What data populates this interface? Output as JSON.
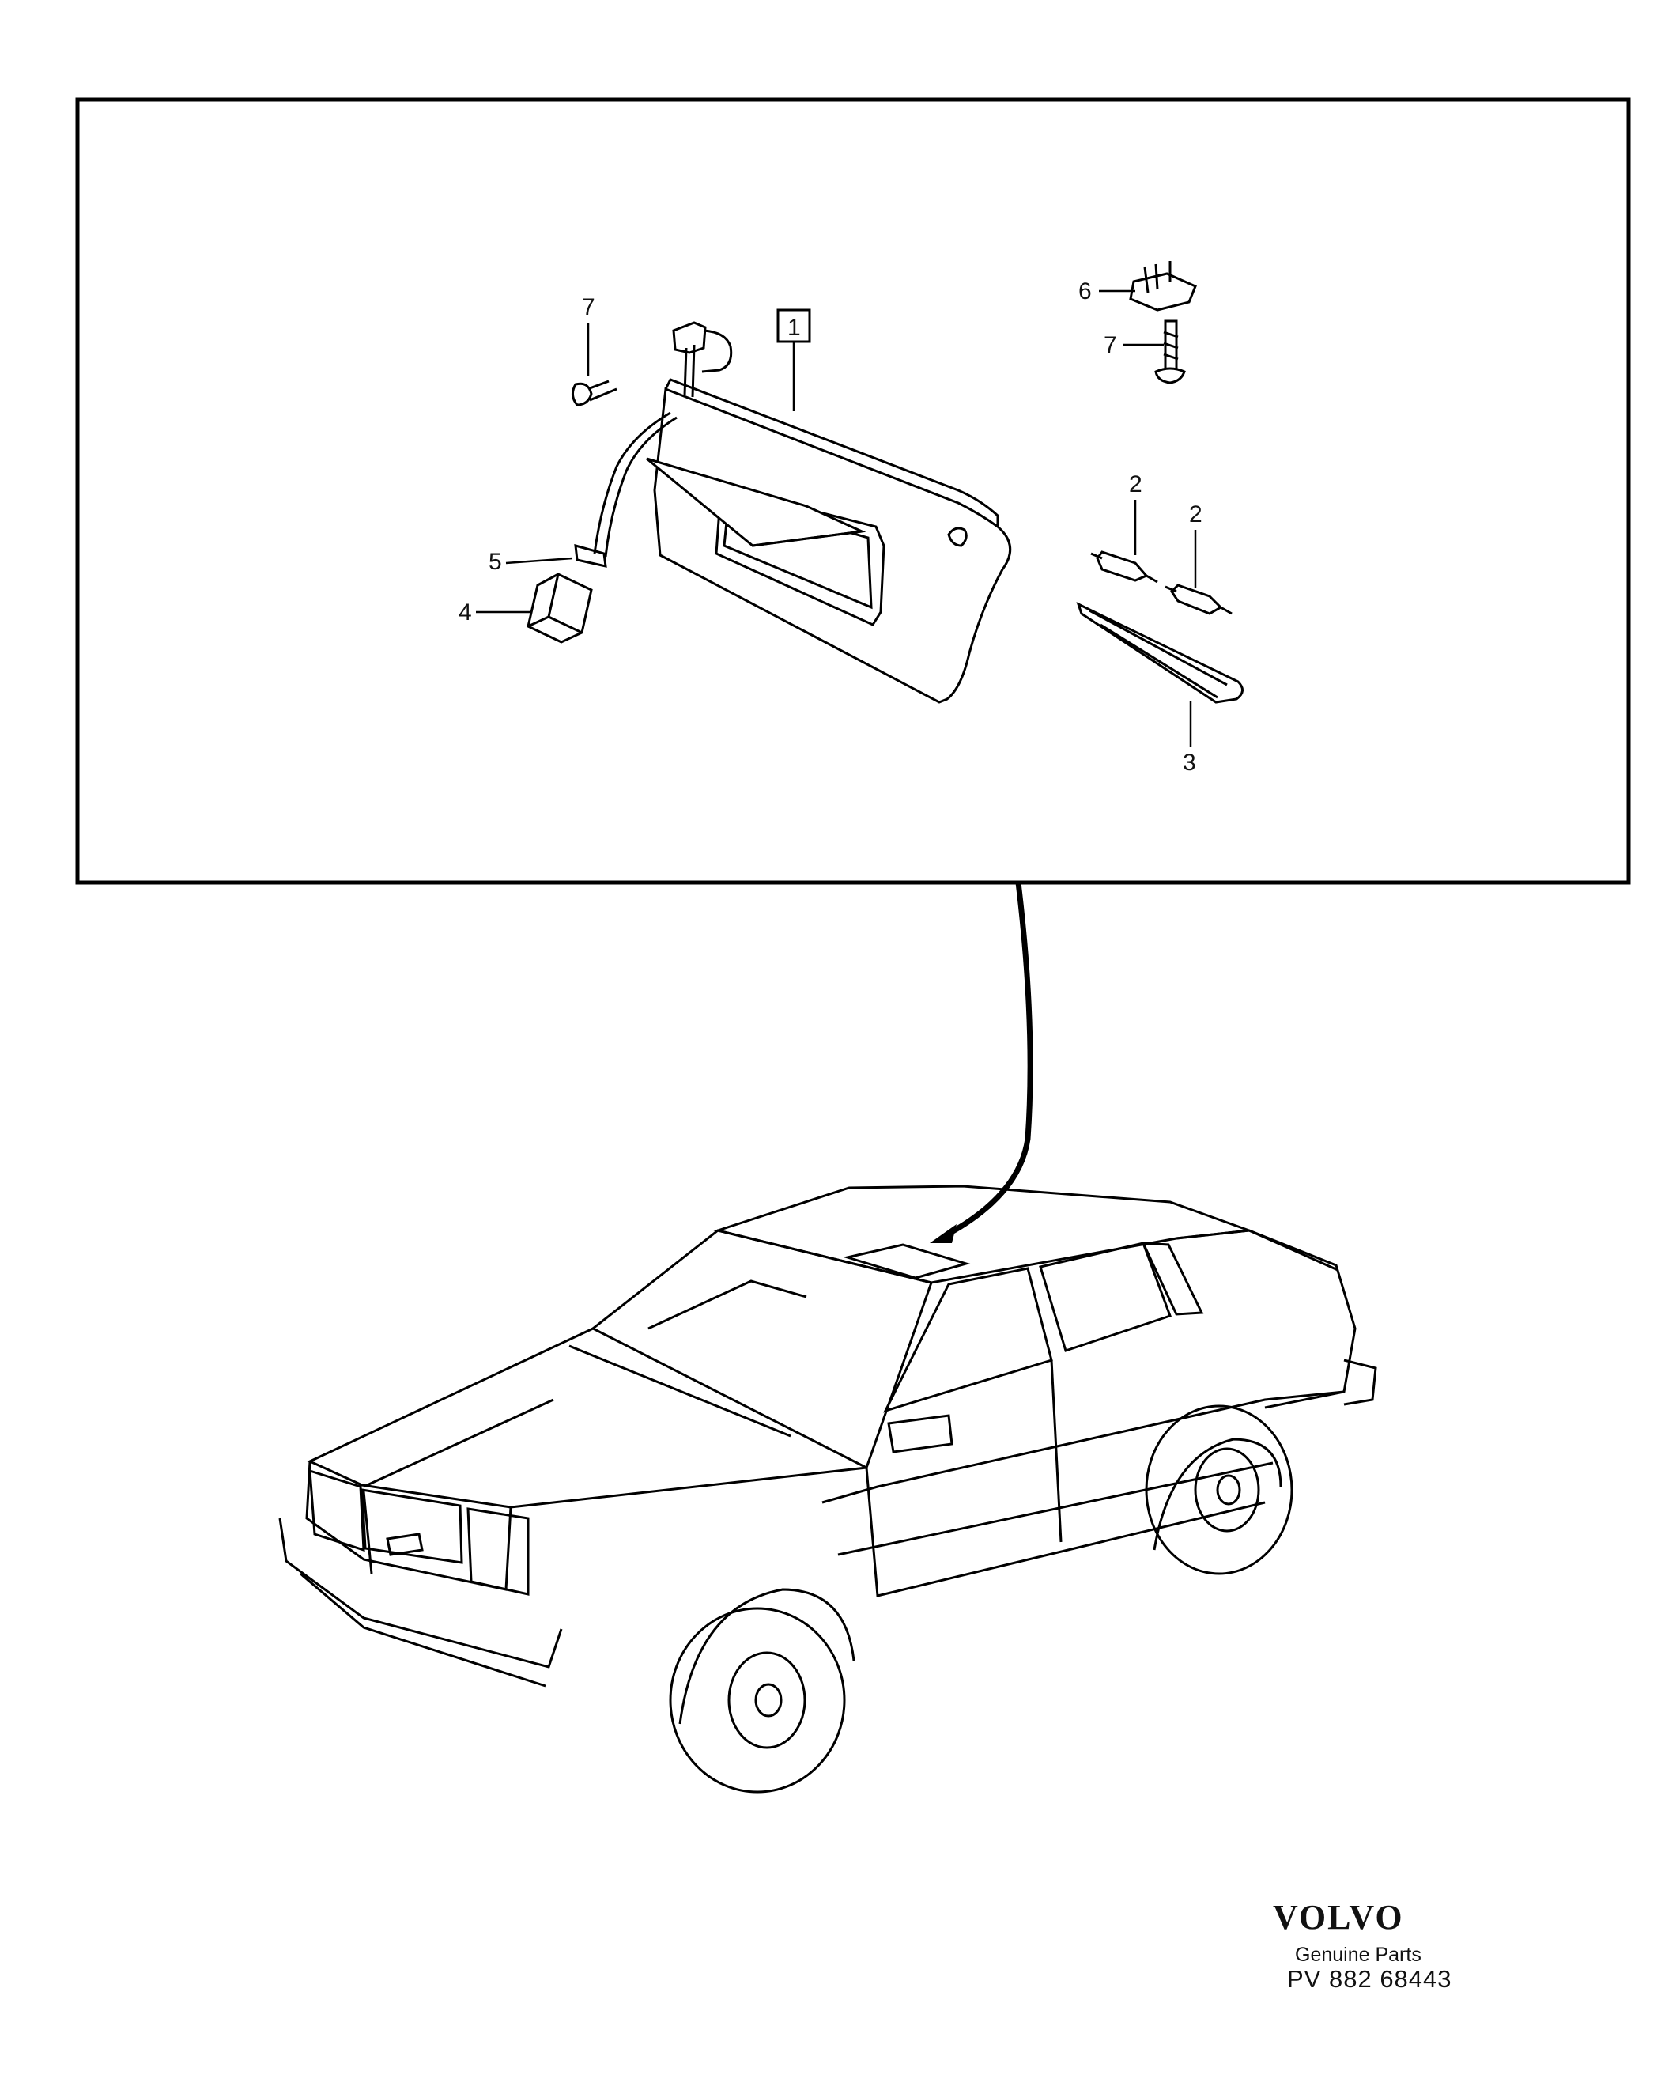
{
  "detail_box": {
    "part_box_label": "1",
    "callouts": {
      "screw_left": "7",
      "connector_housing": "4",
      "wire_terminal": "5",
      "hinge_bracket": "6",
      "screw_right": "7",
      "bulb_left": "2",
      "bulb_right": "2",
      "lens": "3"
    }
  },
  "footer": {
    "brand": "VOLVO",
    "subtitle": "Genuine Parts",
    "ref_prefix": "PV",
    "ref_number": "882 68443"
  }
}
